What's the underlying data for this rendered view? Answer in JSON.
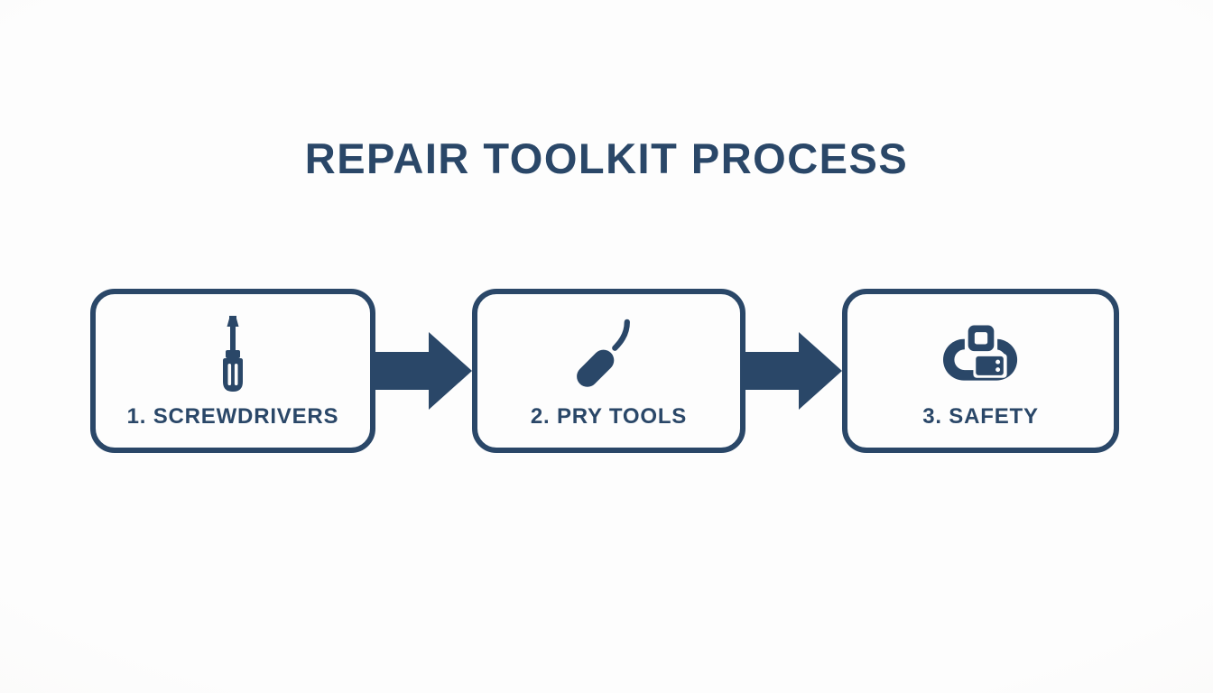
{
  "title": "REPAIR TOOLKIT PROCESS",
  "colors": {
    "navy": "#2a4768",
    "background": "#fbfaf9",
    "box_bg": "#fdfdfd"
  },
  "steps": [
    {
      "label": "1. SCREWDRIVERS",
      "icon": "screwdriver-icon"
    },
    {
      "label": "2. PRY TOOLS",
      "icon": "pry-tool-icon"
    },
    {
      "label": "3. SAFETY",
      "icon": "wrist-strap-icon"
    }
  ],
  "connector": "right-arrow"
}
